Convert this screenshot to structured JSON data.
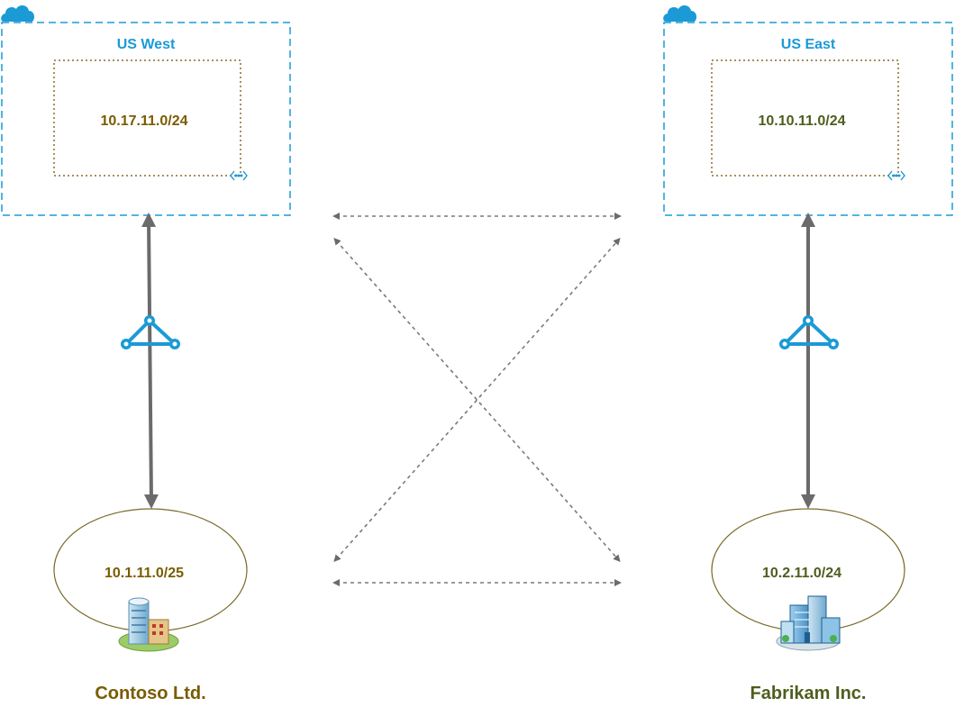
{
  "colors": {
    "azure_blue": "#1b9ad6",
    "west_text": "#7a5c00",
    "east_text": "#4e5e1e",
    "connection_gray": "#6b6b6b",
    "dotted_gray": "#8a8a8a",
    "dotted_brown": "#8a6d2d",
    "ellipse_stroke": "#7a6a2a"
  },
  "regions": {
    "west": {
      "title": "US West",
      "subnet": "10.17.11.0/24",
      "icon": "cloud-icon"
    },
    "east": {
      "title": "US East",
      "subnet": "10.10.11.0/24",
      "icon": "cloud-icon"
    }
  },
  "sites": {
    "contoso": {
      "name": "Contoso Ltd.",
      "subnet": "10.1.11.0/25",
      "icon": "office-building-icon"
    },
    "fabrikam": {
      "name": "Fabrikam Inc.",
      "subnet": "10.2.11.0/24",
      "icon": "office-building-icon"
    }
  },
  "gateways": {
    "west": "vpn-gateway-icon",
    "east": "vpn-gateway-icon"
  }
}
